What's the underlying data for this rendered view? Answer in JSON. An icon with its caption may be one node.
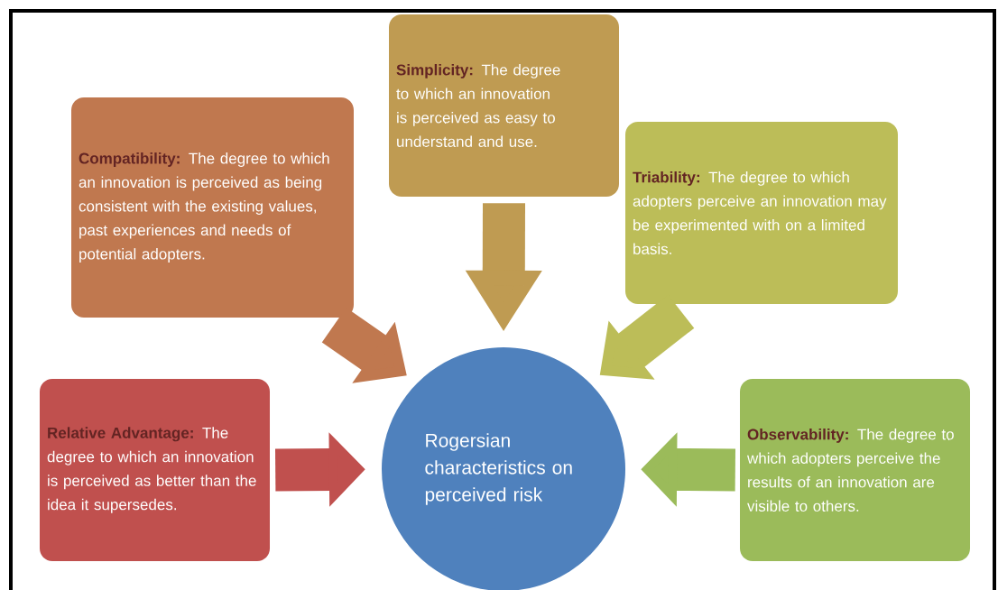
{
  "diagram": {
    "nodes": [
      {
        "text": [
          "Compatibility:",
          "The degree to which an innovation is perceived as being consistent with the existing values, past experiences and needs of potential adopters."
        ]
      },
      {
        "text": [
          "Simplicity:",
          "The degree to which an innovation is perceived as easy to understand and use."
        ]
      },
      {
        "text": [
          "Triability:",
          "The degree to which adopters perceive an innovation may be experimented with on a limited basis."
        ]
      },
      {
        "text": [
          "Relative Advantage:",
          "The degree to which an innovation is perceived as better than the idea it supersedes."
        ]
      },
      {
        "text": [
          "Rogersian characteristics on perceived risk"
        ]
      },
      {
        "text": [
          "Observability:",
          "The degree to which adopters perceive the results of an innovation are visible to others."
        ]
      }
    ],
    "edges": [
      {
        "from": 0,
        "to": 4,
        "arrow": "to",
        "color": "#c0784f"
      },
      {
        "from": 1,
        "to": 4,
        "arrow": "to",
        "color": "#bf9b52"
      },
      {
        "from": 2,
        "to": 4,
        "arrow": "to",
        "color": "#bcbd58"
      },
      {
        "from": 3,
        "to": 4,
        "arrow": "to",
        "color": "#c0504e"
      },
      {
        "from": 5,
        "to": 4,
        "arrow": "to",
        "color": "#9bbb5a"
      }
    ]
  }
}
